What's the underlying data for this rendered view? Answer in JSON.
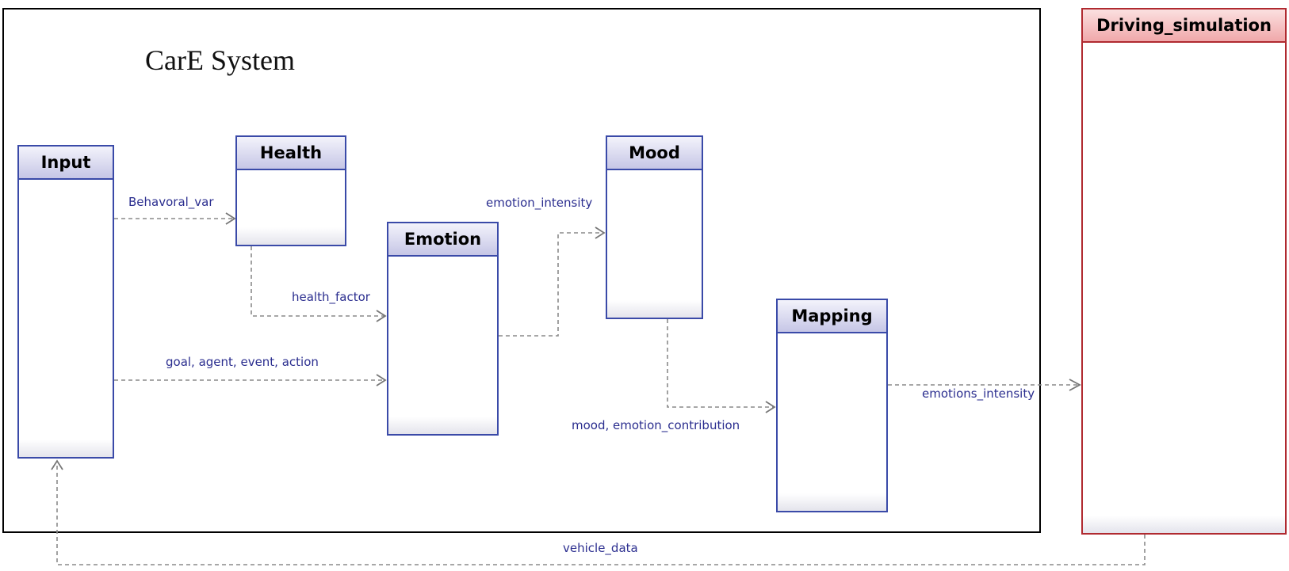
{
  "system": {
    "title": "CarE System"
  },
  "boxes": {
    "input": "Input",
    "health": "Health",
    "emotion": "Emotion",
    "mood": "Mood",
    "mapping": "Mapping",
    "driving_simulation": "Driving_simulation"
  },
  "connectors": {
    "behavioral_var": "Behavoral_var",
    "health_factor": "health_factor",
    "goal_agent_event_action": "goal, agent, event, action",
    "emotion_intensity": "emotion_intensity",
    "mood_emotion_contribution": "mood, emotion_contribution",
    "emotions_intensity": "emotions_intensity",
    "vehicle_data": "vehicle_data"
  },
  "colors": {
    "box_border": "#3a4aa8",
    "box_header": "#c6c6e6",
    "external_border": "#b02a30",
    "external_header": "#f0a8aa",
    "label_text": "#2b2e8f",
    "connector": "#8a8a8a"
  }
}
